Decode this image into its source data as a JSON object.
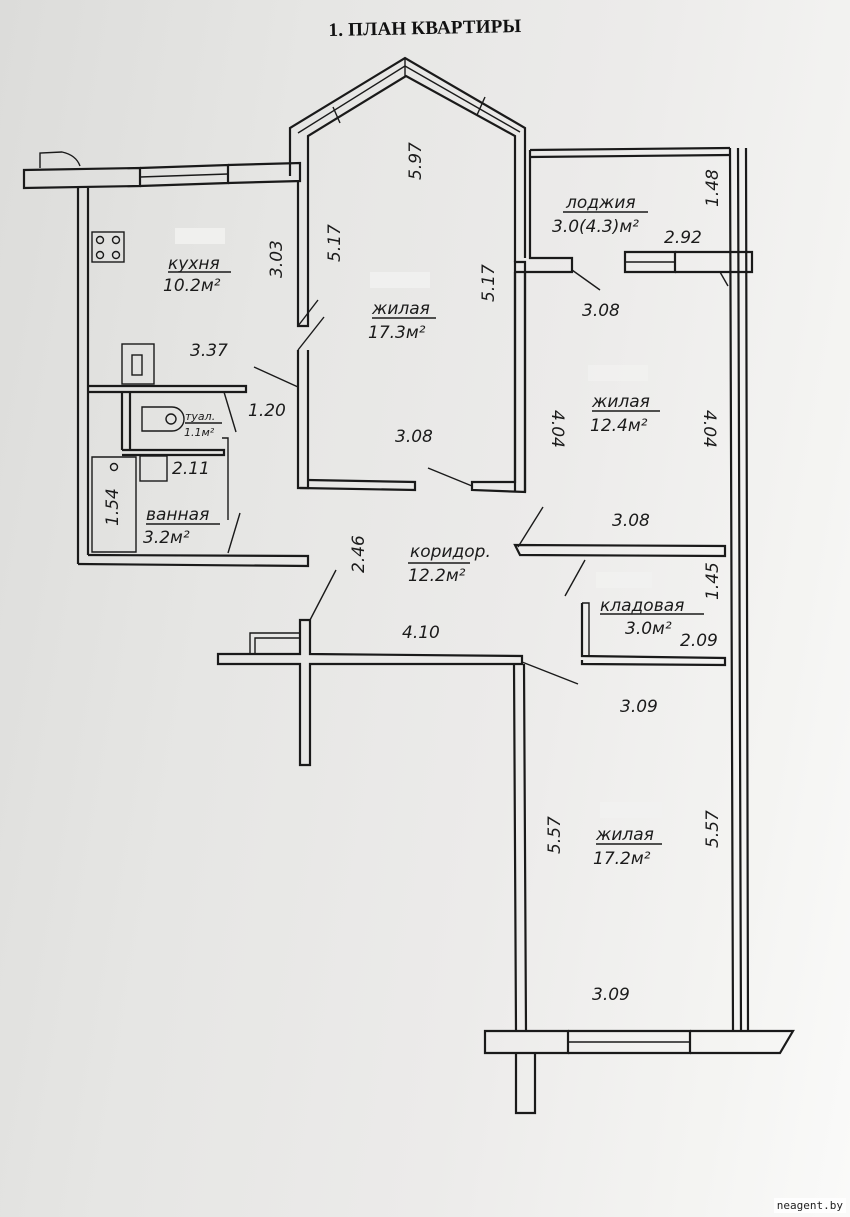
{
  "title": "1. ПЛАН КВАРТИРЫ",
  "watermark": "neagent.by",
  "rooms": {
    "kitchen": {
      "name": "кухня",
      "area": "10.2м²"
    },
    "living1": {
      "name": "жилая",
      "area": "17.3м²"
    },
    "loggia": {
      "name": "лоджия",
      "area": "3.0(4.3)м²"
    },
    "living2": {
      "name": "жилая",
      "area": "12.4м²"
    },
    "toilet": {
      "name": "туал.",
      "area": "1.1м²"
    },
    "bathroom": {
      "name": "ванная",
      "area": "3.2м²"
    },
    "corridor": {
      "name": "коридор.",
      "area": "12.2м²"
    },
    "storage": {
      "name": "кладовая",
      "area": "3.0м²"
    },
    "living3": {
      "name": "жилая",
      "area": "17.2м²"
    }
  },
  "dimensions": {
    "kitchen_height": "3.03",
    "kitchen_width": "3.37",
    "toilet_width": "1.20",
    "bath_width": "2.11",
    "bath_height": "1.54",
    "living1_top": "5.97",
    "living1_left": "5.17",
    "living1_right": "5.17",
    "living1_width": "3.08",
    "loggia_height": "1.48",
    "loggia_width": "2.92",
    "living2_top_width": "3.08",
    "living2_left": "4.04",
    "living2_right": "4.04",
    "living2_bottom_width": "3.08",
    "corridor_height": "2.46",
    "corridor_width": "4.10",
    "storage_height": "1.45",
    "storage_width": "2.09",
    "living3_top_width": "3.09",
    "living3_left": "5.57",
    "living3_right": "5.57",
    "living3_bottom_width": "3.09"
  }
}
